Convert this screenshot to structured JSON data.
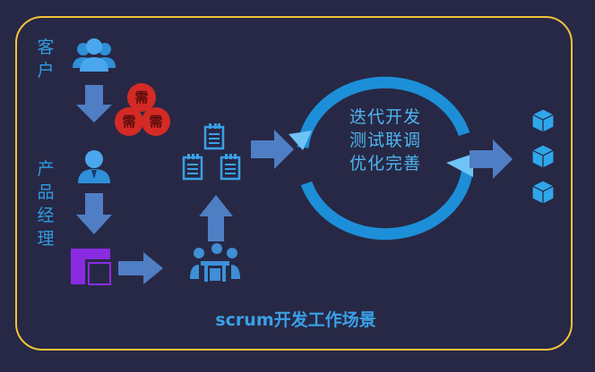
{
  "labels": {
    "customer": "客户",
    "product_manager": "产品经理",
    "demand_char": "需",
    "cycle_line1": "迭代开发",
    "cycle_line2": "测试联调",
    "cycle_line3": "优化完善",
    "title": "scrum开发工作场景"
  },
  "colors": {
    "background": "#272845",
    "frame": "#f2c33a",
    "arrow": "#4f7ec4",
    "accent_blue": "#2f9be0",
    "demand_red": "#d42a25",
    "backlog_purple": "#8a2be2"
  }
}
